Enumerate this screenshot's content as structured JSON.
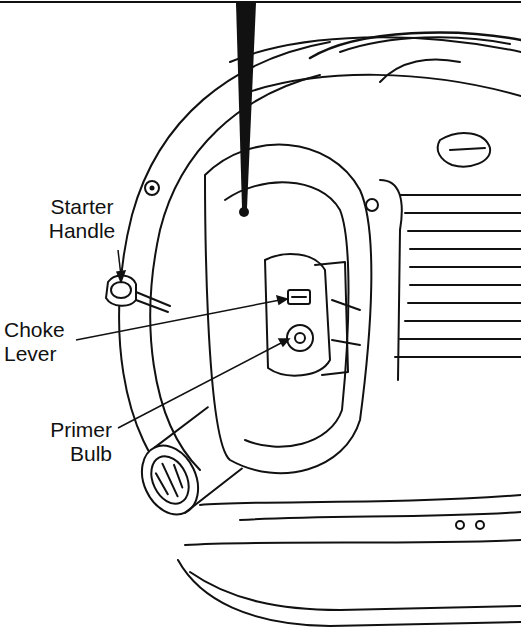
{
  "diagram": {
    "labels": [
      "Starter Handle",
      "Choke Lever",
      "Primer Bulb"
    ]
  }
}
